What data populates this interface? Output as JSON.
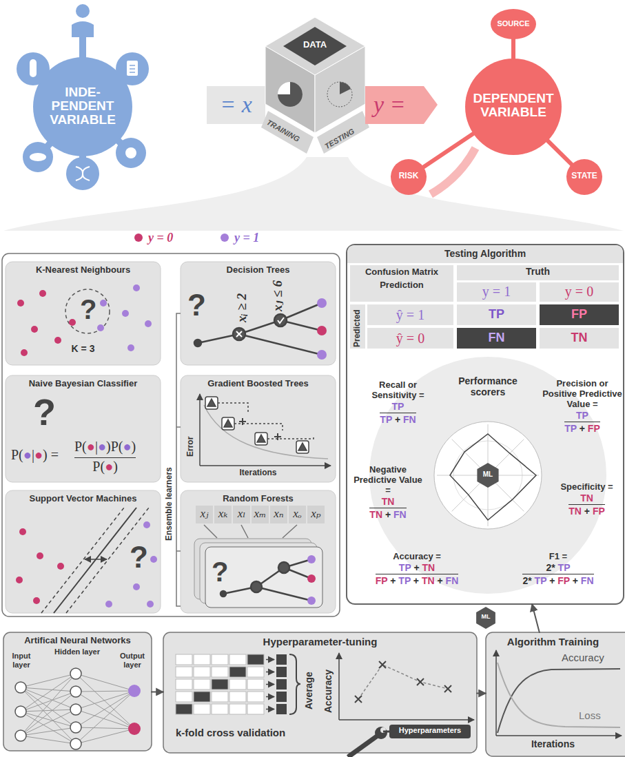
{
  "diagram": {
    "nodes": [
      {
        "text": [
          "INDE- PENDENT VARIABLE"
        ]
      },
      {
        "text": [
          "= x"
        ]
      },
      {
        "text": [
          "DATA",
          "TRAINING",
          "TESTING"
        ]
      },
      {
        "text": [
          "y ="
        ]
      },
      {
        "text": [
          "DEPENDENT VARIABLE"
        ]
      },
      {
        "text": [
          "SOURCE"
        ]
      },
      {
        "text": [
          "RISK"
        ]
      },
      {
        "text": [
          "STATE"
        ]
      },
      {
        "text": [
          "K-Nearest Neighbours",
          "?",
          "K = 3"
        ]
      },
      {
        "text": [
          "Decision Trees",
          "?",
          "xᵢ ≥ 2",
          "xⱼ ≤ 6"
        ]
      },
      {
        "text": [
          "Naive Bayesian Classifier",
          "?",
          "P(●|●) =",
          "P(●|●)P(●)",
          "P(●)"
        ]
      },
      {
        "text": [
          "Gradient Boosted Trees",
          "Error",
          "Iterations"
        ]
      },
      {
        "text": [
          "Support Vector Machines",
          "?"
        ]
      },
      {
        "text": [
          "Random Forests",
          "?"
        ]
      },
      {
        "text": [
          "Artifical Neural Networks",
          "Input layer",
          "Hidden layer",
          "Output layer"
        ]
      },
      {
        "text": [
          "Testing Algorithm",
          "Confusion Matrix",
          "Prediction",
          "Truth",
          "y = 1",
          "y = 0",
          "Predicted",
          "ŷ = 1",
          "ŷ = 0",
          "TP",
          "FP",
          "FN",
          "TN",
          "Performance scorers"
        ]
      },
      {
        "text": [
          "Recall or Sensitivity =",
          "TP",
          "TP + FN"
        ],
        "in": 15
      },
      {
        "text": [
          "Precision or Positive Predictive Value =",
          "TP",
          "TP + FP"
        ],
        "in": 15
      },
      {
        "text": [
          "Negative Predictive Value =",
          "TN",
          "TN + FN"
        ],
        "in": 15
      },
      {
        "text": [
          "Specificity =",
          "TN",
          "TN + FP"
        ],
        "in": 15
      },
      {
        "text": [
          "Accuracy =",
          "TP + TN",
          "FP + TP + TN + FN"
        ],
        "in": 15
      },
      {
        "text": [
          "F1 =",
          "2* TP",
          "2* TP + FP + FN"
        ],
        "in": 15
      },
      {
        "text": [
          "Hyperparameter-tuning",
          "Average",
          "Accuracy",
          "k-fold cross validation",
          "Hyperparameters"
        ]
      },
      {
        "text": [
          "Algorithm Training",
          "Accuracy",
          "Loss",
          "Iterations"
        ]
      }
    ],
    "edges": [
      {
        "from": 4,
        "to": 5,
        "arrow": "none"
      },
      {
        "from": 4,
        "to": 6,
        "arrow": "none"
      },
      {
        "from": 4,
        "to": 7,
        "arrow": "none"
      },
      {
        "from": 14,
        "to": 22,
        "arrow": "to"
      },
      {
        "from": 22,
        "to": 23,
        "arrow": "to"
      },
      {
        "from": 23,
        "to": 15,
        "arrow": "to"
      }
    ],
    "labels": [
      "Ensemble learners",
      "xⱼ",
      "xₖ",
      "xₗ",
      "xₘ",
      "xₙ",
      "xₒ",
      "xₚ",
      "ML",
      "ML"
    ],
    "legend": [
      {
        "text": "y = 0",
        "color": "#c93a6e"
      },
      {
        "text": "y = 1",
        "color": "#a57fd9"
      }
    ]
  }
}
